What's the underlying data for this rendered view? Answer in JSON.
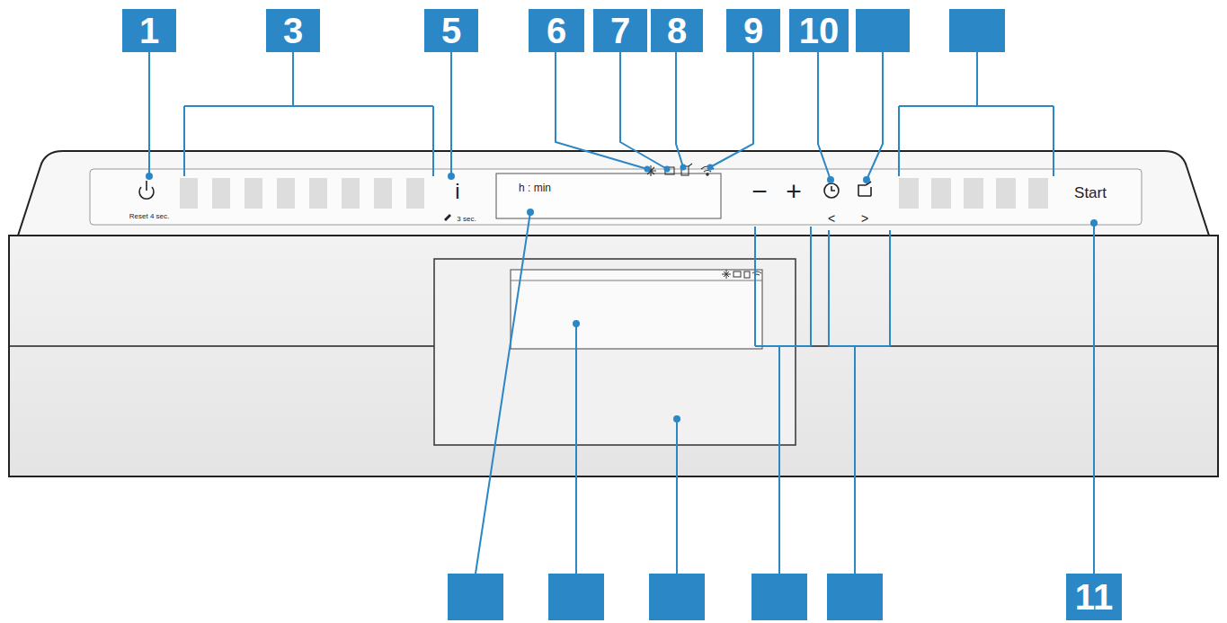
{
  "diagram": {
    "labels": [
      "1",
      "3",
      "5",
      "6",
      "7",
      "8",
      "9",
      "10",
      "11",
      "Reset 4 sec.",
      "i",
      "3 sec.",
      "h : min",
      "−",
      "+",
      "<",
      ">",
      "Start"
    ]
  }
}
